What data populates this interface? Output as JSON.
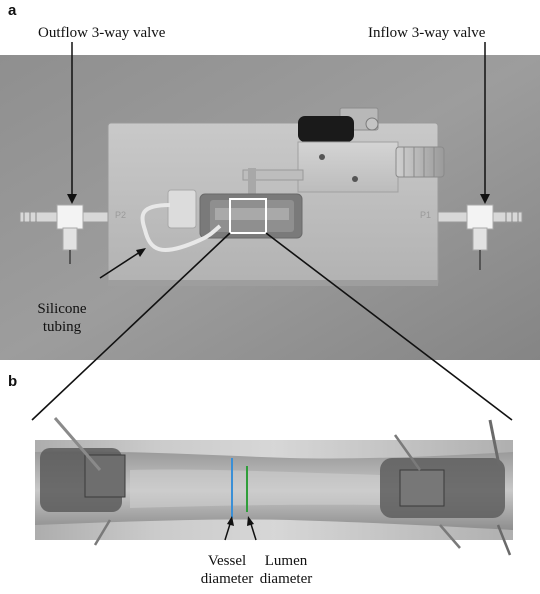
{
  "panels": {
    "a": {
      "letter": "a"
    },
    "b": {
      "letter": "b"
    }
  },
  "labels": {
    "outflow_valve": "Outflow 3-way valve",
    "inflow_valve": "Inflow 3-way valve",
    "silicone_line1": "Silicone",
    "silicone_line2": "tubing",
    "vessel_line1": "Vessel",
    "vessel_line2": "diameter",
    "lumen_line1": "Lumen",
    "lumen_line2": "diameter",
    "port_left": "P2",
    "port_right": "P1"
  },
  "colors": {
    "vessel_marker": "#3a8fd6",
    "lumen_marker": "#2f9e3a",
    "zoom_box": "#ffffff",
    "callout_lines": "#111111"
  }
}
